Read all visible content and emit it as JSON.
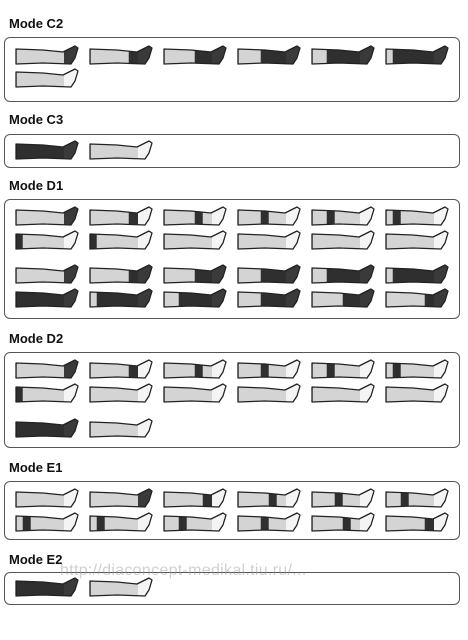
{
  "modes": [
    {
      "title": "Mode C2",
      "legs": [
        [
          0,
          0,
          0,
          0,
          0,
          0,
          1
        ],
        [
          0,
          0,
          0,
          0,
          0,
          1,
          1
        ],
        [
          0,
          0,
          0,
          0,
          1,
          1,
          1
        ],
        [
          0,
          0,
          0,
          1,
          1,
          1,
          1
        ],
        [
          0,
          0,
          1,
          1,
          1,
          1,
          1
        ],
        [
          0,
          1,
          1,
          1,
          1,
          1,
          1
        ],
        [
          0,
          0,
          0,
          0,
          0,
          0,
          0
        ]
      ]
    },
    {
      "title": "Mode C3",
      "legs": [
        [
          1,
          1,
          1,
          1,
          1,
          1,
          1
        ],
        [
          0,
          0,
          0,
          0,
          0,
          0,
          0
        ]
      ]
    },
    {
      "title": "Mode D1",
      "legs": [
        [
          0,
          0,
          0,
          0,
          0,
          0,
          1
        ],
        [
          0,
          0,
          0,
          0,
          0,
          1,
          0
        ],
        [
          0,
          0,
          0,
          0,
          1,
          0,
          0
        ],
        [
          0,
          0,
          0,
          1,
          0,
          0,
          0
        ],
        [
          0,
          0,
          1,
          0,
          0,
          0,
          0
        ],
        [
          0,
          1,
          0,
          0,
          0,
          0,
          0
        ],
        [
          1,
          0,
          0,
          0,
          0,
          0,
          0
        ],
        [
          1,
          0,
          0,
          0,
          0,
          0,
          0
        ],
        [
          0,
          0,
          0,
          0,
          0,
          0,
          0
        ],
        [
          0,
          0,
          0,
          0,
          0,
          0,
          0
        ],
        [
          0,
          0,
          0,
          0,
          0,
          0,
          0
        ],
        [
          0,
          0,
          0,
          0,
          0,
          0,
          0
        ],
        [
          0,
          0,
          0,
          0,
          0,
          0,
          1
        ],
        [
          0,
          0,
          0,
          0,
          0,
          1,
          1
        ],
        [
          0,
          0,
          0,
          0,
          1,
          1,
          1
        ],
        [
          0,
          0,
          0,
          1,
          1,
          1,
          1
        ],
        [
          0,
          0,
          1,
          1,
          1,
          1,
          1
        ],
        [
          0,
          1,
          1,
          1,
          1,
          1,
          1
        ],
        [
          1,
          1,
          1,
          1,
          1,
          1,
          1
        ],
        [
          0,
          1,
          1,
          1,
          1,
          1,
          1
        ],
        [
          0,
          0,
          1,
          1,
          1,
          1,
          1
        ],
        [
          0,
          0,
          0,
          1,
          1,
          1,
          1
        ],
        [
          0,
          0,
          0,
          0,
          1,
          1,
          1
        ],
        [
          0,
          0,
          0,
          0,
          0,
          1,
          1
        ]
      ]
    },
    {
      "title": "Mode D2",
      "legs": [
        [
          0,
          0,
          0,
          0,
          0,
          0,
          1
        ],
        [
          0,
          0,
          0,
          0,
          0,
          1,
          0
        ],
        [
          0,
          0,
          0,
          0,
          1,
          0,
          0
        ],
        [
          0,
          0,
          0,
          1,
          0,
          0,
          0
        ],
        [
          0,
          0,
          1,
          0,
          0,
          0,
          0
        ],
        [
          0,
          1,
          0,
          0,
          0,
          0,
          0
        ],
        [
          1,
          0,
          0,
          0,
          0,
          0,
          0
        ],
        [
          0,
          0,
          0,
          0,
          0,
          0,
          0
        ],
        [
          0,
          0,
          0,
          0,
          0,
          0,
          0
        ],
        [
          0,
          0,
          0,
          0,
          0,
          0,
          0
        ],
        [
          0,
          0,
          0,
          0,
          0,
          0,
          0
        ],
        [
          0,
          0,
          0,
          0,
          0,
          0,
          0
        ],
        [
          1,
          1,
          1,
          1,
          1,
          1,
          1
        ],
        [
          0,
          0,
          0,
          0,
          0,
          0,
          0
        ]
      ]
    },
    {
      "title": "Mode E1",
      "legs": [
        [
          0,
          0,
          0,
          0,
          0,
          0,
          0
        ],
        [
          0,
          0,
          0,
          0,
          0,
          0,
          1
        ],
        [
          0,
          0,
          0,
          0,
          0,
          1,
          0
        ],
        [
          0,
          0,
          0,
          0,
          1,
          0,
          0
        ],
        [
          0,
          0,
          0,
          1,
          0,
          0,
          0
        ],
        [
          0,
          0,
          1,
          0,
          0,
          0,
          0
        ],
        [
          0,
          1,
          0,
          0,
          0,
          0,
          0
        ],
        [
          0,
          1,
          0,
          0,
          0,
          0,
          0
        ],
        [
          0,
          0,
          1,
          0,
          0,
          0,
          0
        ],
        [
          0,
          0,
          0,
          1,
          0,
          0,
          0
        ],
        [
          0,
          0,
          0,
          0,
          1,
          0,
          0
        ],
        [
          0,
          0,
          0,
          0,
          0,
          1,
          0
        ]
      ]
    },
    {
      "title": "Mode E2",
      "legs": [
        [
          1,
          1,
          1,
          1,
          1,
          1,
          1
        ],
        [
          0,
          0,
          0,
          0,
          0,
          0,
          0
        ]
      ]
    }
  ],
  "watermark": "http://diaconcept-medikal.tiu.ru/..."
}
